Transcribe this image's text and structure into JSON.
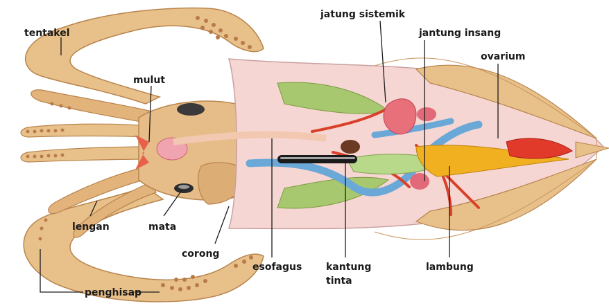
{
  "labels": {
    "tentakel": "tentakel",
    "mulut": "mulut",
    "jatung_sistemik": "jatung sistemik",
    "jantung_insang": "jantung insang",
    "ovarium": "ovarium",
    "lengan": "lengan",
    "mata": "mata",
    "corong": "corong",
    "esofagus": "esofagus",
    "kantung_tinta_1": "kantung",
    "kantung_tinta_2": "tinta",
    "lambung": "lambung",
    "penghisap": "penghisap"
  },
  "colors": {
    "body_tan": "#e8c08a",
    "body_dark": "#c9955a",
    "mantle_pink": "#f6d6d2",
    "gill_green": "#a8c870",
    "vessel_blue": "#6aa8d8",
    "artery_red": "#d8402a",
    "ovary_red": "#e23a2a",
    "stomach_yellow": "#f0b020",
    "ink_black": "#1a1a1a"
  }
}
